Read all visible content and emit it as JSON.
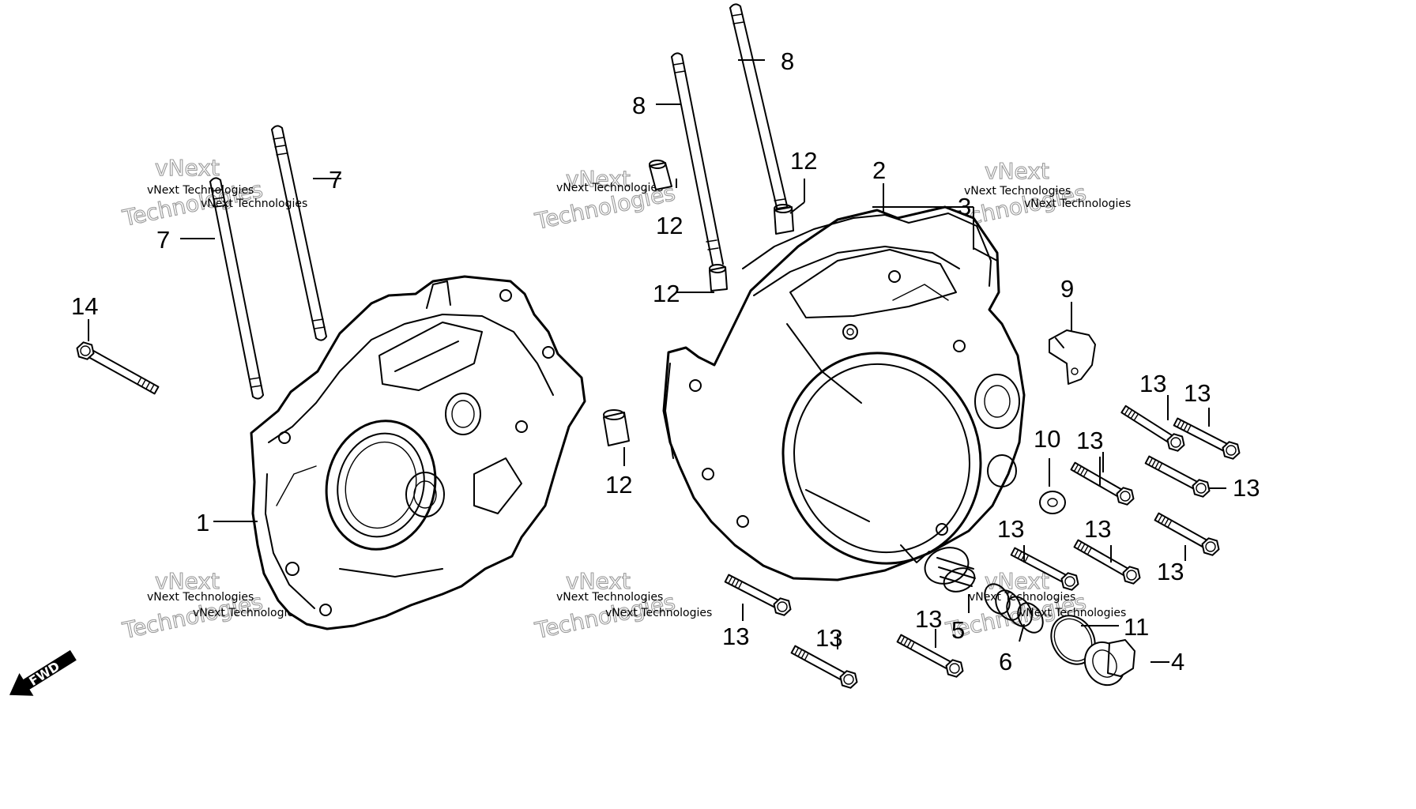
{
  "watermark": {
    "line1": "vNext Technologies",
    "big_top": "vNext",
    "big_bottom": "Technologies"
  },
  "direction_label": "FWD",
  "callouts": {
    "c1": "1",
    "c2": "2",
    "c3": "3",
    "c4": "4",
    "c5": "5",
    "c6": "6",
    "c7": "7",
    "c8": "8",
    "c9": "9",
    "c10": "10",
    "c11": "11",
    "c12": "12",
    "c13": "13",
    "c14": "14"
  },
  "icons": {
    "fwd_arrow": "arrow-left-down-icon"
  }
}
